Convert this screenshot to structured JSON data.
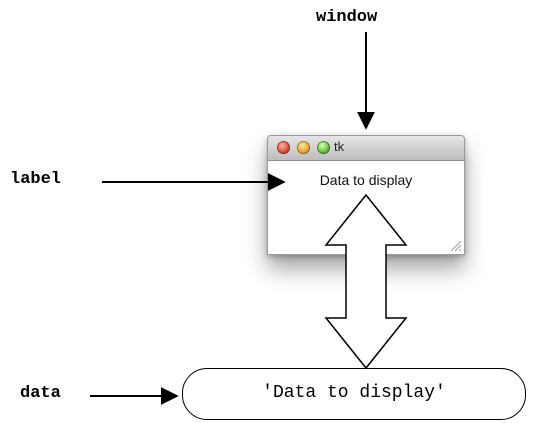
{
  "callouts": {
    "window": "window",
    "label": "label",
    "data": "data"
  },
  "tk_window": {
    "title": "tk",
    "label_text": "Data to display"
  },
  "data_value": "'Data to display'"
}
